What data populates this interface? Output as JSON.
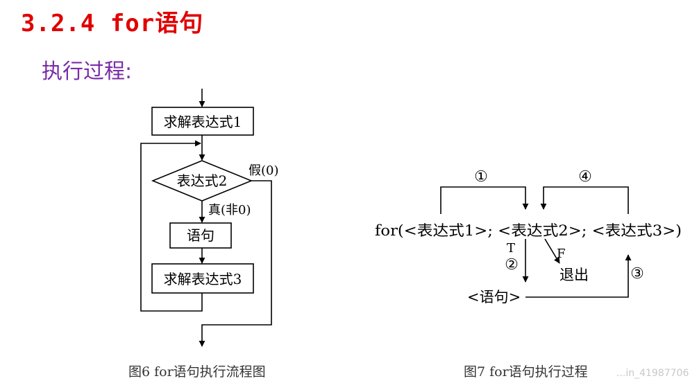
{
  "heading": {
    "title": "3.2.4 for语句",
    "subtitle": "执行过程:"
  },
  "flowchart": {
    "step_init": "求解表达式1",
    "condition": "表达式2",
    "false_label": "假(0)",
    "true_label": "真(非0)",
    "body": "语句",
    "step_update": "求解表达式3",
    "caption": "图6 for语句执行流程图"
  },
  "syntax": {
    "for_line": "for(<表达式1>; <表达式2>; <表达式3>)",
    "marker_1": "①",
    "marker_2": "②",
    "marker_3": "③",
    "marker_4": "④",
    "true_letter": "T",
    "false_letter": "F",
    "exit_label": "退出",
    "statement": "<语句>",
    "caption": "图7 for语句执行过程"
  },
  "watermark": "...in_41987706"
}
